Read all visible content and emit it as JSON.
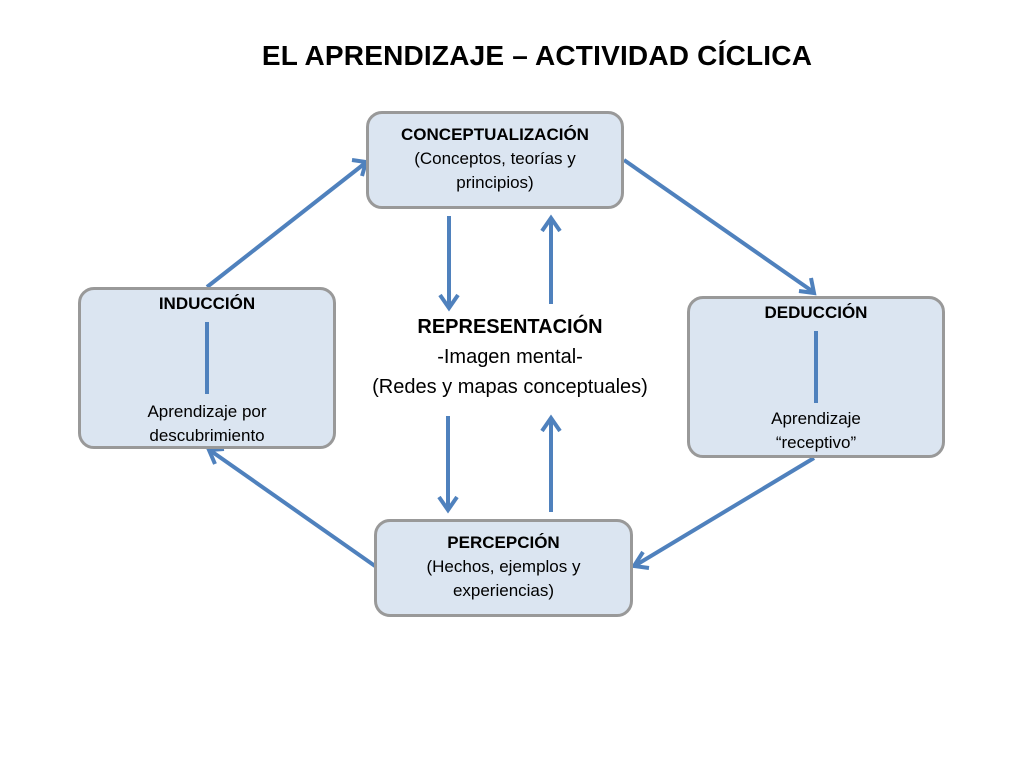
{
  "title": "EL APRENDIZAJE – ACTIVIDAD CÍCLICA",
  "nodes": {
    "conceptualizacion": {
      "heading": "CONCEPTUALIZACIÓN",
      "line1": "(Conceptos, teorías y",
      "line2": "principios)"
    },
    "induccion": {
      "heading": "INDUCCIÓN",
      "line1": "Aprendizaje por",
      "line2": "descubrimiento"
    },
    "deduccion": {
      "heading": "DEDUCCIÓN",
      "line1": "Aprendizaje",
      "line2": "“receptivo”"
    },
    "percepcion": {
      "heading": "PERCEPCIÓN",
      "line1": "(Hechos, ejemplos y",
      "line2": "experiencias)"
    },
    "representacion": {
      "heading": "REPRESENTACIÓN",
      "line1": "-Imagen mental-",
      "line2": "(Redes y mapas conceptuales)"
    }
  },
  "colors": {
    "box_fill": "#dbe5f1",
    "box_border": "#999999",
    "arrow": "#4f81bd"
  },
  "edges": [
    {
      "from": "induccion",
      "to": "conceptualizacion"
    },
    {
      "from": "conceptualizacion",
      "to": "deduccion"
    },
    {
      "from": "deduccion",
      "to": "percepcion"
    },
    {
      "from": "percepcion",
      "to": "induccion"
    },
    {
      "from": "conceptualizacion",
      "to": "representacion"
    },
    {
      "from": "representacion",
      "to": "conceptualizacion"
    },
    {
      "from": "representacion",
      "to": "percepcion"
    },
    {
      "from": "percepcion",
      "to": "representacion"
    }
  ]
}
